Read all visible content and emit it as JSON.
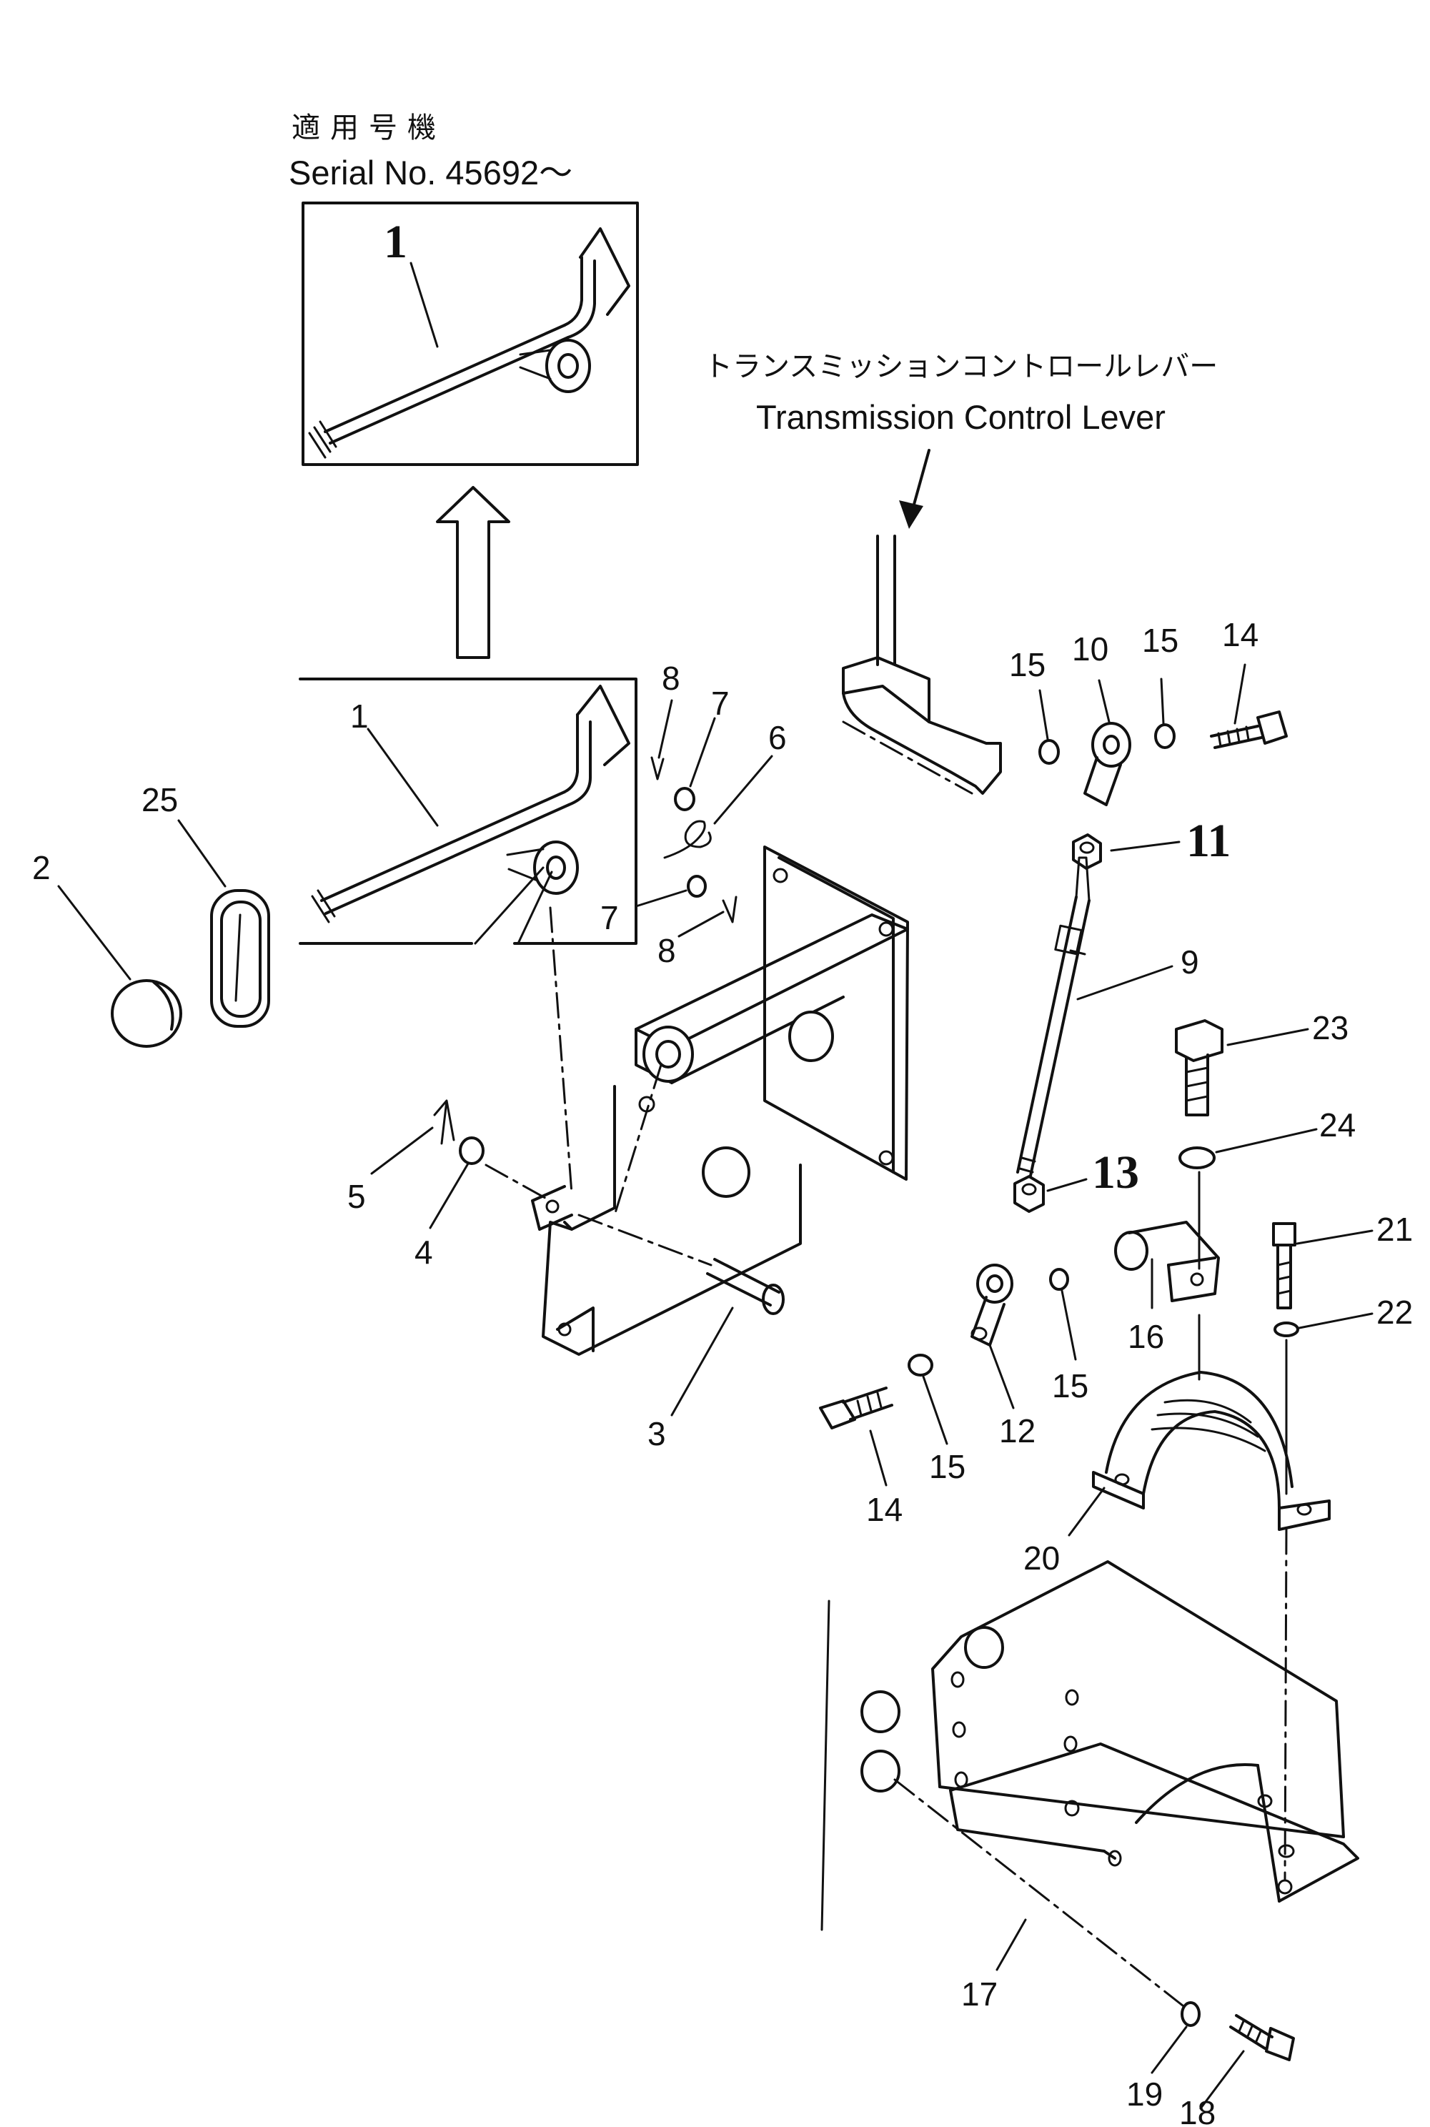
{
  "header": {
    "serial_jp": "適用号機",
    "serial_en": "Serial No. 45692～"
  },
  "callout": {
    "jp": "トランスミッションコントロールレバー",
    "en": "Transmission Control Lever"
  },
  "labels": {
    "p1_top": "1",
    "p1": "1",
    "p2": "2",
    "p3": "3",
    "p4": "4",
    "p5": "5",
    "p6": "6",
    "p7a": "7",
    "p7b": "7",
    "p8a": "8",
    "p8b": "8",
    "p9": "9",
    "p10": "10",
    "p11": "11",
    "p12": "12",
    "p13": "13",
    "p14a": "14",
    "p14b": "14",
    "p15a": "15",
    "p15b": "15",
    "p15c": "15",
    "p15d": "15",
    "p16": "16",
    "p17": "17",
    "p18": "18",
    "p19": "19",
    "p20": "20",
    "p21": "21",
    "p22": "22",
    "p23": "23",
    "p24": "24",
    "p25": "25"
  }
}
